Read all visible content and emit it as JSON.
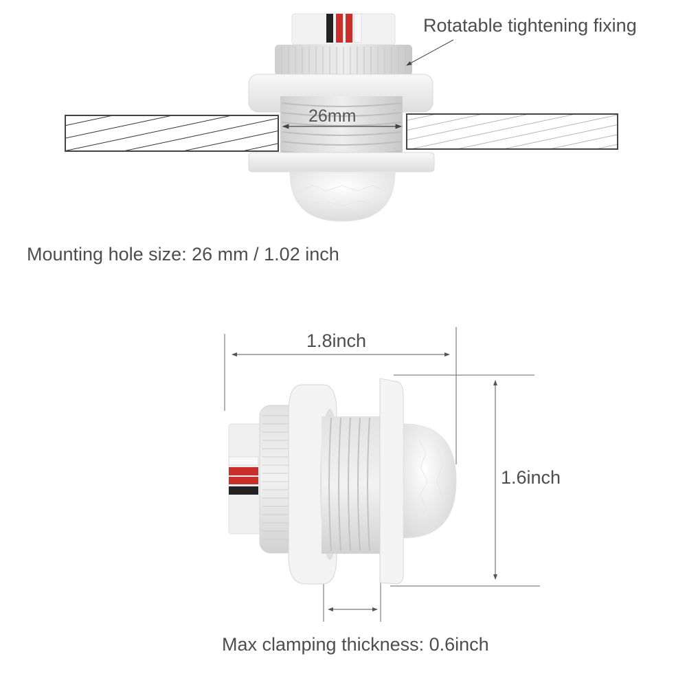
{
  "top_view": {
    "callout": "Rotatable tightening fixing",
    "hole_dimension": "26mm",
    "caption": "Mounting hole size: 26 mm / 1.02 inch",
    "wire_colors": [
      "#222222",
      "#c9302c",
      "#c9302c",
      "#f4f4f4"
    ],
    "panel_left_hatch_color": "#333333",
    "panel_right_hatch_color": "#b5b5b5"
  },
  "side_view": {
    "length_dimension": "1.8inch",
    "height_dimension": "1.6inch",
    "caption": "Max clamping thickness: 0.6inch",
    "wire_colors": [
      "#f4f4f4",
      "#c9302c",
      "#c9302c",
      "#222222"
    ]
  },
  "colors": {
    "body_white": "#f2f2f2",
    "shadow_gray": "#d6d6d6",
    "text": "#4d4d4d",
    "dimension_line": "#555555"
  }
}
